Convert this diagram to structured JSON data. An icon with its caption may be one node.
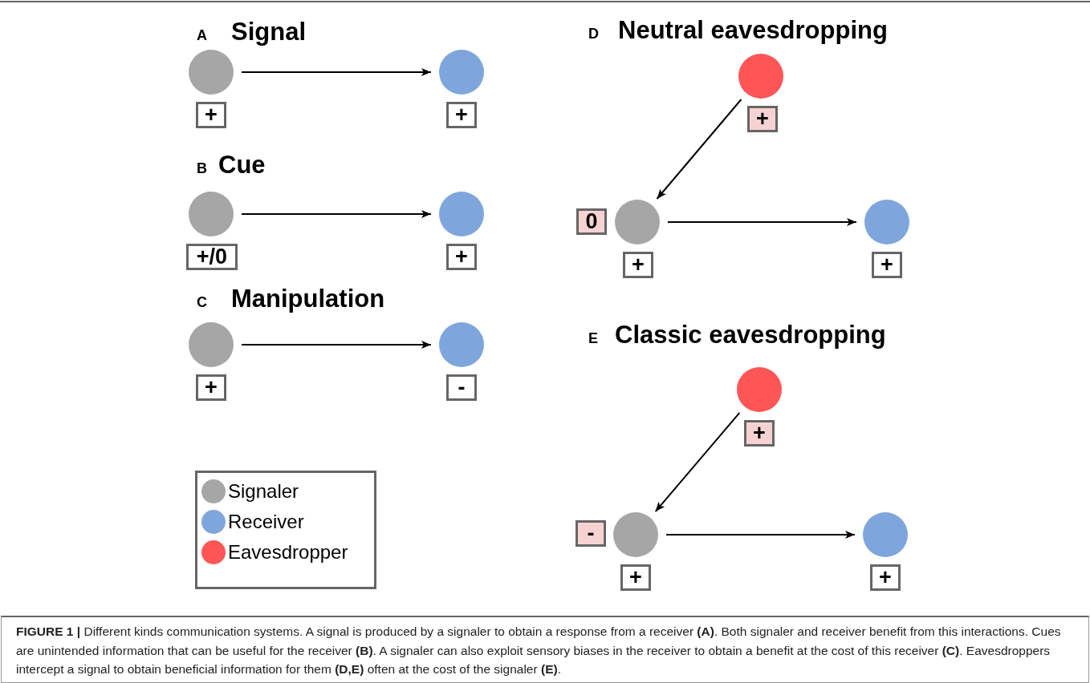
{
  "diagram": {
    "caption": "**FIGURE 1 |** Different kinds communication systems. A signal is produced by a signaler to obtain a response from a receiver **(A)**. Both signaler and receiver benefit from this interactions. Cues are unintended information that can be useful for the receiver **(B)**. A signaler can also exploit sensory biases in the receiver to obtain a benefit at the cost of this receiver **(C)**. Eavesdroppers intercept a signal to obtain beneficial information for them **(D,E)** often at the cost of the signaler **(E)**.",
    "nodes": [
      {
        "text": [],
        "shape": "circle"
      },
      {
        "text": [],
        "shape": "circle"
      },
      {
        "text": [
          "+"
        ]
      },
      {
        "text": [
          "+"
        ]
      },
      {
        "text": [],
        "shape": "circle"
      },
      {
        "text": [],
        "shape": "circle"
      },
      {
        "text": [
          "+/0"
        ]
      },
      {
        "text": [
          "+"
        ]
      },
      {
        "text": [],
        "shape": "circle"
      },
      {
        "text": [],
        "shape": "circle"
      },
      {
        "text": [
          "+"
        ]
      },
      {
        "text": [
          "-"
        ]
      },
      {
        "text": [],
        "shape": "circle"
      },
      {
        "text": [
          "+"
        ]
      },
      {
        "text": [
          "0"
        ]
      },
      {
        "text": [],
        "shape": "circle"
      },
      {
        "text": [],
        "shape": "circle"
      },
      {
        "text": [
          "+"
        ]
      },
      {
        "text": [
          "+"
        ]
      },
      {
        "text": [],
        "shape": "circle"
      },
      {
        "text": [
          "+"
        ]
      },
      {
        "text": [
          "-"
        ]
      },
      {
        "text": [],
        "shape": "circle"
      },
      {
        "text": [],
        "shape": "circle"
      },
      {
        "text": [
          "+"
        ]
      },
      {
        "text": [
          "+"
        ]
      }
    ],
    "edges": [
      {
        "from": 0,
        "to": 1,
        "arrow": "to"
      },
      {
        "from": 4,
        "to": 5,
        "arrow": "to"
      },
      {
        "from": 8,
        "to": 9,
        "arrow": "to"
      },
      {
        "from": 12,
        "to": 15,
        "arrow": "to"
      },
      {
        "from": 15,
        "to": 16,
        "arrow": "to"
      },
      {
        "from": 19,
        "to": 22,
        "arrow": "to"
      },
      {
        "from": 22,
        "to": 23,
        "arrow": "to"
      }
    ],
    "labels": [
      "A",
      "Signal",
      "B",
      "Cue",
      "C",
      "Manipulation",
      "D",
      "Neutral eavesdropping",
      "E",
      "Classic eavesdropping"
    ],
    "legend": [
      {
        "text": "Signaler",
        "color": "#a6a6a6"
      },
      {
        "text": "Receiver",
        "color": "#7fa6dc"
      },
      {
        "text": "Eavesdropper",
        "color": "#fe5556"
      }
    ]
  }
}
